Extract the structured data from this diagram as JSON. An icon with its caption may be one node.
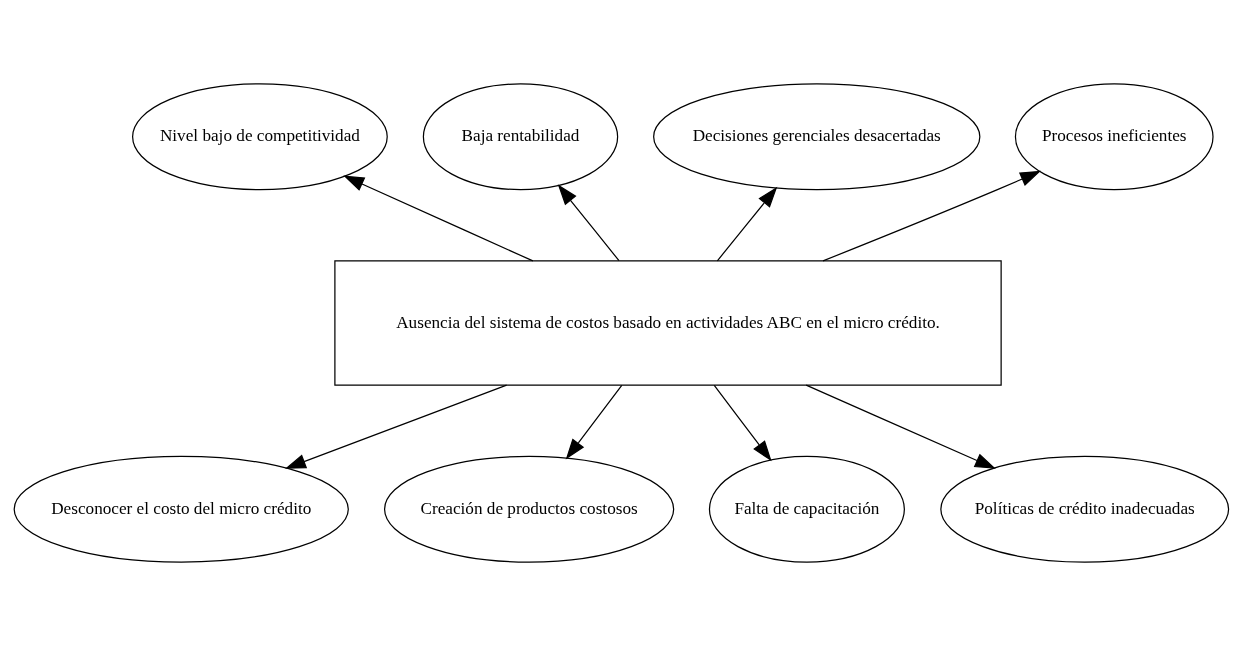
{
  "diagram": {
    "nodes": [
      {
        "text": [
          "Ausencia del sistema de costos basado en actividades ABC en el micro crédito."
        ]
      },
      {
        "text": [
          "Nivel bajo de competitividad"
        ]
      },
      {
        "text": [
          "Baja rentabilidad"
        ]
      },
      {
        "text": [
          "Decisiones gerenciales desacertadas"
        ]
      },
      {
        "text": [
          "Procesos ineficientes"
        ]
      },
      {
        "text": [
          "Desconocer el costo del micro crédito"
        ]
      },
      {
        "text": [
          "Creación de productos costosos"
        ]
      },
      {
        "text": [
          "Falta de capacitación"
        ]
      },
      {
        "text": [
          "Políticas de crédito inadecuadas"
        ]
      }
    ],
    "edges": [
      {
        "from": 0,
        "to": 1,
        "arrow": "to"
      },
      {
        "from": 0,
        "to": 2,
        "arrow": "to"
      },
      {
        "from": 0,
        "to": 3,
        "arrow": "to"
      },
      {
        "from": 0,
        "to": 4,
        "arrow": "to"
      },
      {
        "from": 0,
        "to": 5,
        "arrow": "to"
      },
      {
        "from": 0,
        "to": 6,
        "arrow": "to"
      },
      {
        "from": 0,
        "to": 7,
        "arrow": "to"
      },
      {
        "from": 0,
        "to": 8,
        "arrow": "to"
      }
    ]
  }
}
